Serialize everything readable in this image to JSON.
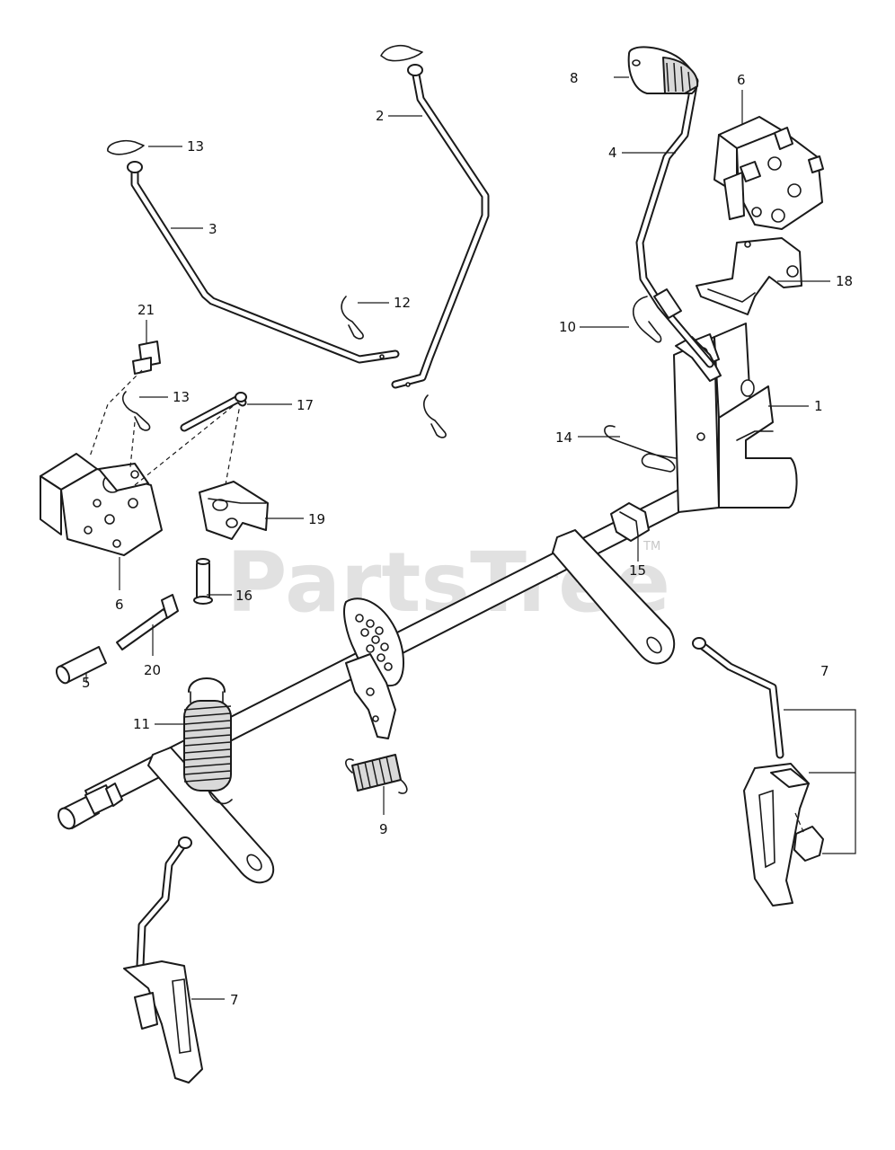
{
  "watermark": {
    "text": "PartsTree",
    "tm": "TM"
  },
  "callouts": [
    {
      "id": "1",
      "label": "1"
    },
    {
      "id": "2",
      "label": "2"
    },
    {
      "id": "3",
      "label": "3"
    },
    {
      "id": "4",
      "label": "4"
    },
    {
      "id": "5",
      "label": "5"
    },
    {
      "id": "6a",
      "label": "6"
    },
    {
      "id": "6b",
      "label": "6"
    },
    {
      "id": "7a",
      "label": "7"
    },
    {
      "id": "7b",
      "label": "7"
    },
    {
      "id": "8",
      "label": "8"
    },
    {
      "id": "9",
      "label": "9"
    },
    {
      "id": "10",
      "label": "10"
    },
    {
      "id": "11",
      "label": "11"
    },
    {
      "id": "12",
      "label": "12"
    },
    {
      "id": "13a",
      "label": "13"
    },
    {
      "id": "13b",
      "label": "13"
    },
    {
      "id": "14",
      "label": "14"
    },
    {
      "id": "15",
      "label": "15"
    },
    {
      "id": "16",
      "label": "16"
    },
    {
      "id": "17",
      "label": "17"
    },
    {
      "id": "18",
      "label": "18"
    },
    {
      "id": "19",
      "label": "19"
    },
    {
      "id": "20",
      "label": "20"
    },
    {
      "id": "21",
      "label": "21"
    }
  ]
}
